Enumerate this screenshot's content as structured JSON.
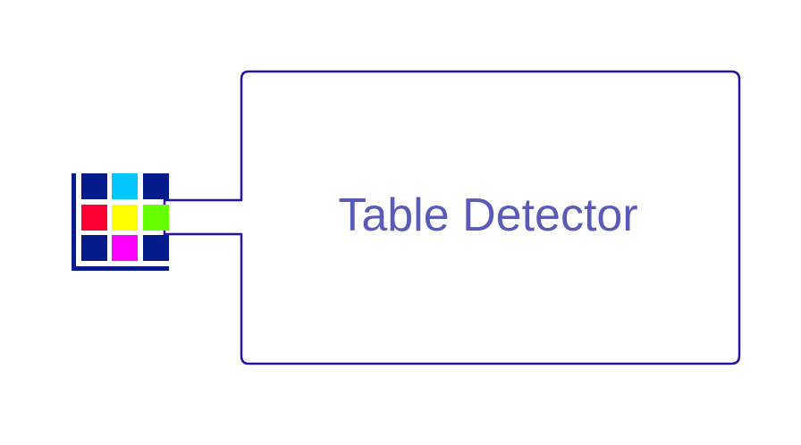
{
  "title": "Table Detector",
  "colors": {
    "outline": "#2a0fa8",
    "title_text": "#5a5ab8",
    "cell_navy": "#051b8a",
    "cell_cyan": "#00c8ff",
    "cell_red": "#ff0033",
    "cell_yellow": "#ffff00",
    "cell_green": "#66ff00",
    "cell_magenta": "#ff00ff",
    "axis": "#051b8a"
  },
  "icon": {
    "name": "table-grid-icon",
    "rows": [
      [
        "navy",
        "cyan",
        "navy"
      ],
      [
        "red",
        "yellow",
        "green"
      ],
      [
        "navy",
        "magenta",
        "navy"
      ]
    ]
  }
}
